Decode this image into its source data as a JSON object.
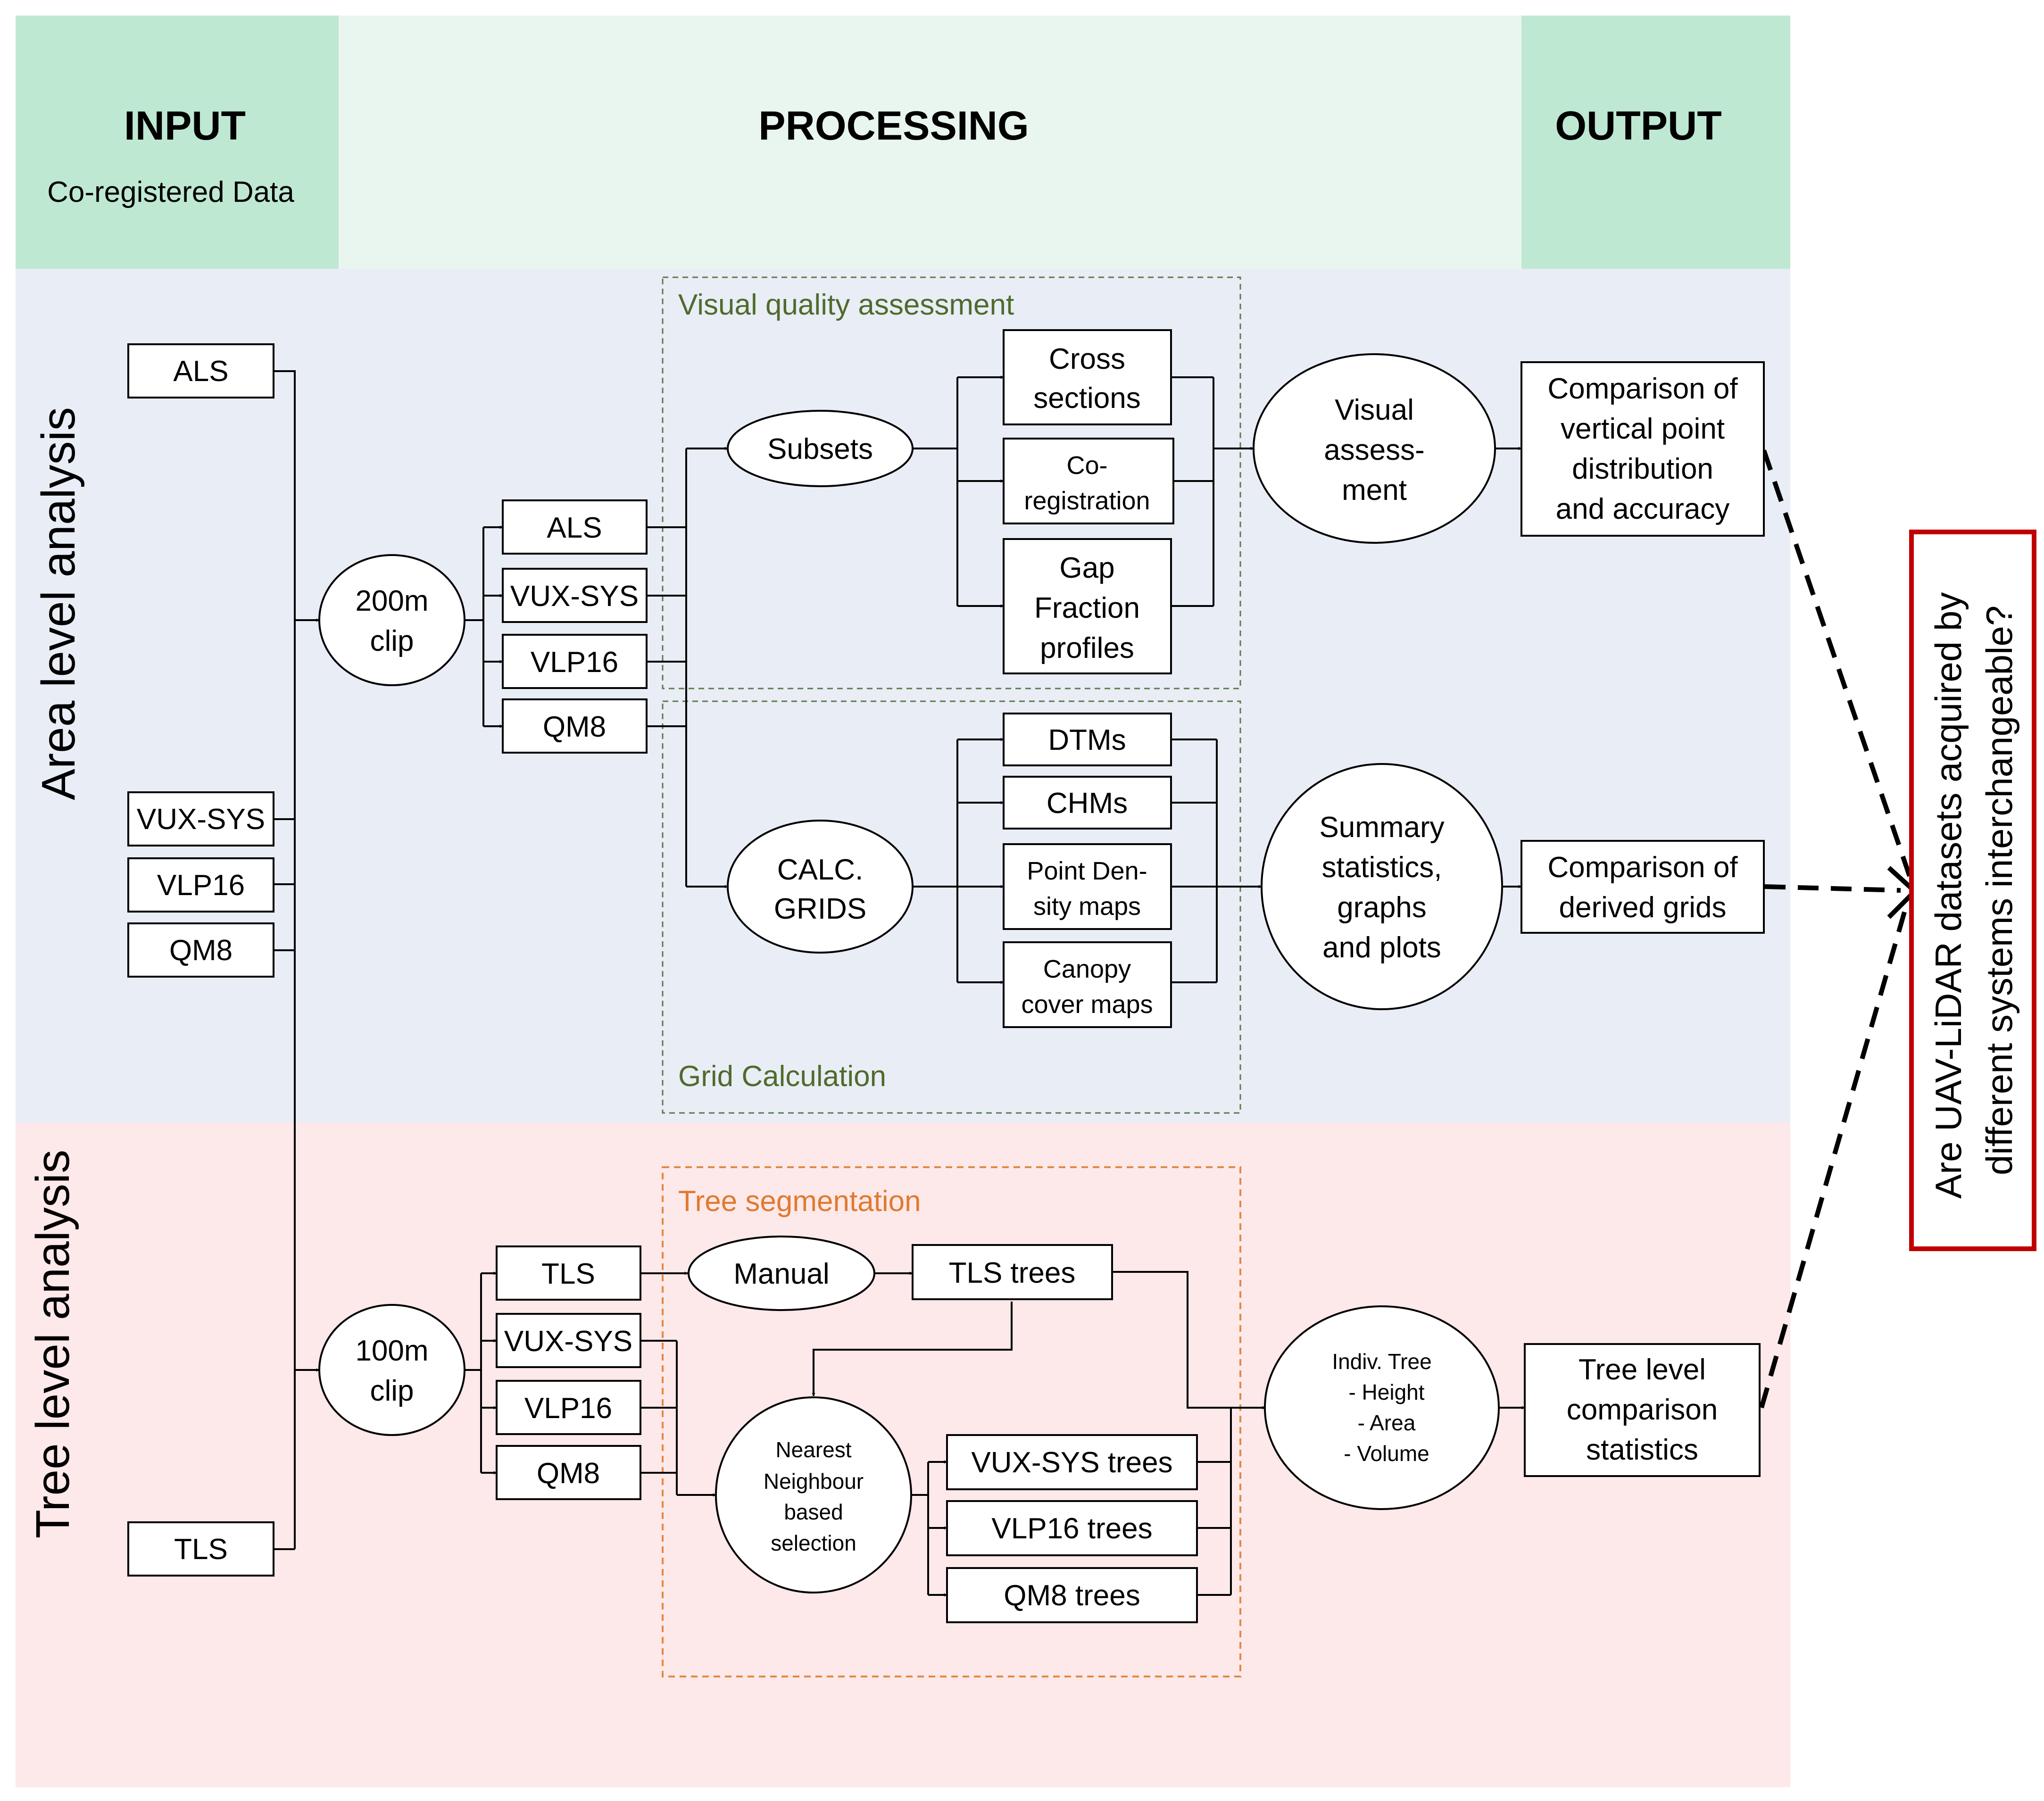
{
  "colors": {
    "header_side": "#bfe8d3",
    "header_mid": "#e9f6ef",
    "area_bg": "#e9edf6",
    "tree_bg": "#fde8ea",
    "group_green": "#4f6b2c",
    "group_orange": "#e07a2e",
    "question_border": "#c00000"
  },
  "header": {
    "input_title": "INPUT",
    "input_subtitle": "Co-registered Data",
    "processing_title": "PROCESSING",
    "output_title": "OUTPUT"
  },
  "sections": {
    "area": "Area level analysis",
    "tree": "Tree level analysis"
  },
  "question": [
    "Are UAV-LiDAR datasets acquired by",
    "different systems interchangeable?"
  ],
  "groups": {
    "visual": "Visual quality assessment",
    "grid": "Grid Calculation",
    "tree_seg": "Tree segmentation"
  },
  "inputs": {
    "als": "ALS",
    "vux": "VUX-SYS",
    "vlp": "VLP16",
    "qm8": "QM8",
    "tls": "TLS"
  },
  "area": {
    "clip": [
      "200m",
      "clip"
    ],
    "als": "ALS",
    "vux": "VUX-SYS",
    "vlp": "VLP16",
    "qm8": "QM8",
    "subsets": "Subsets",
    "cross": [
      "Cross",
      "sections"
    ],
    "coreg": [
      "Co-",
      "registration"
    ],
    "gap": [
      "Gap",
      "Fraction",
      "profiles"
    ],
    "visual_assess": [
      "Visual",
      "assess-",
      "ment"
    ],
    "out_vertical": [
      "Comparison of",
      "vertical point",
      "distribution",
      "and accuracy"
    ],
    "calc": [
      "CALC.",
      "GRIDS"
    ],
    "dtms": "DTMs",
    "chms": "CHMs",
    "density": [
      "Point Den-",
      "sity maps"
    ],
    "canopy": [
      "Canopy",
      "cover maps"
    ],
    "summary": [
      "Summary",
      "statistics,",
      "graphs",
      "and plots"
    ],
    "out_grids": [
      "Comparison of",
      "derived grids"
    ]
  },
  "tree": {
    "clip": [
      "100m",
      "clip"
    ],
    "tls": "TLS",
    "vux": "VUX-SYS",
    "vlp": "VLP16",
    "qm8": "QM8",
    "manual": "Manual",
    "tls_trees": "TLS trees",
    "nn": [
      "Nearest",
      "Neighbour",
      "based",
      "selection"
    ],
    "vux_trees": "VUX-SYS trees",
    "vlp_trees": "VLP16 trees",
    "qm8_trees": "QM8 trees",
    "indiv": [
      "Indiv. Tree",
      "- Height",
      "- Area",
      "-  Volume"
    ],
    "out_tree": [
      "Tree level",
      "comparison",
      "statistics"
    ]
  }
}
